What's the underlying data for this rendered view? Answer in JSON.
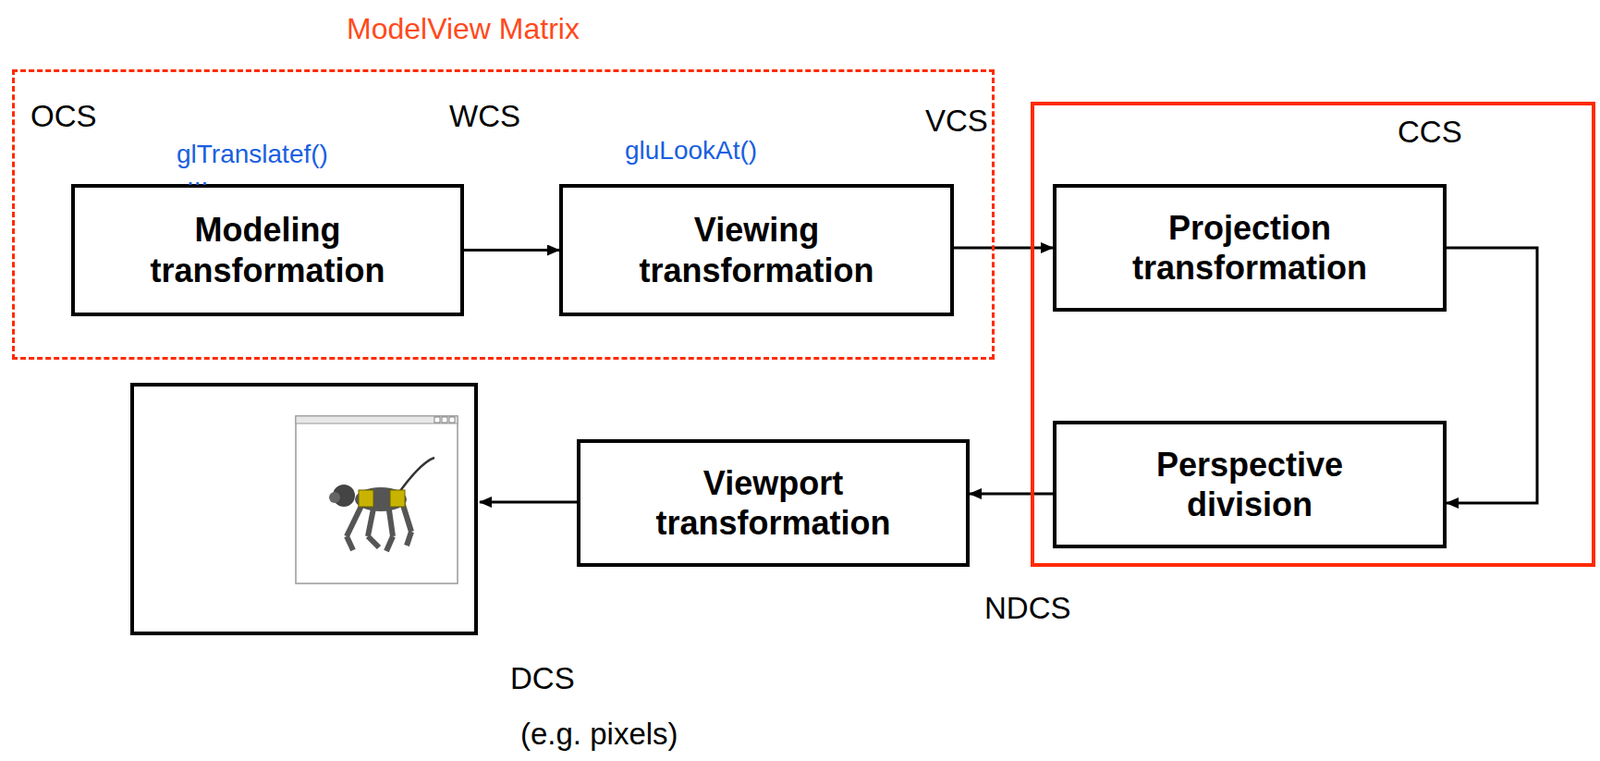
{
  "diagram": {
    "nodes": [
      {
        "text": [
          "ModelView Matrix"
        ]
      },
      {
        "text": [
          "Modeling transformation"
        ],
        "in": 0
      },
      {
        "text": [
          "Viewing transformation"
        ],
        "in": 0
      },
      {
        "text": [
          "CCS"
        ]
      },
      {
        "text": [
          "Projection transformation"
        ],
        "in": 3
      },
      {
        "text": [
          "Perspective division"
        ],
        "in": 3
      },
      {
        "text": [
          "Viewport transformation"
        ]
      }
    ],
    "edges": [
      {
        "from": 1,
        "to": 2,
        "arrow": "to"
      },
      {
        "from": 2,
        "to": 4,
        "arrow": "to"
      },
      {
        "from": 4,
        "to": 5,
        "arrow": "to"
      },
      {
        "from": 5,
        "to": 6,
        "arrow": "to"
      }
    ],
    "labels": [
      "OCS",
      "WCS",
      "VCS",
      "glTranslatef()",
      "...",
      "gluLookAt()",
      "NDCS",
      "DCS",
      "(e.g. pixels)"
    ]
  }
}
